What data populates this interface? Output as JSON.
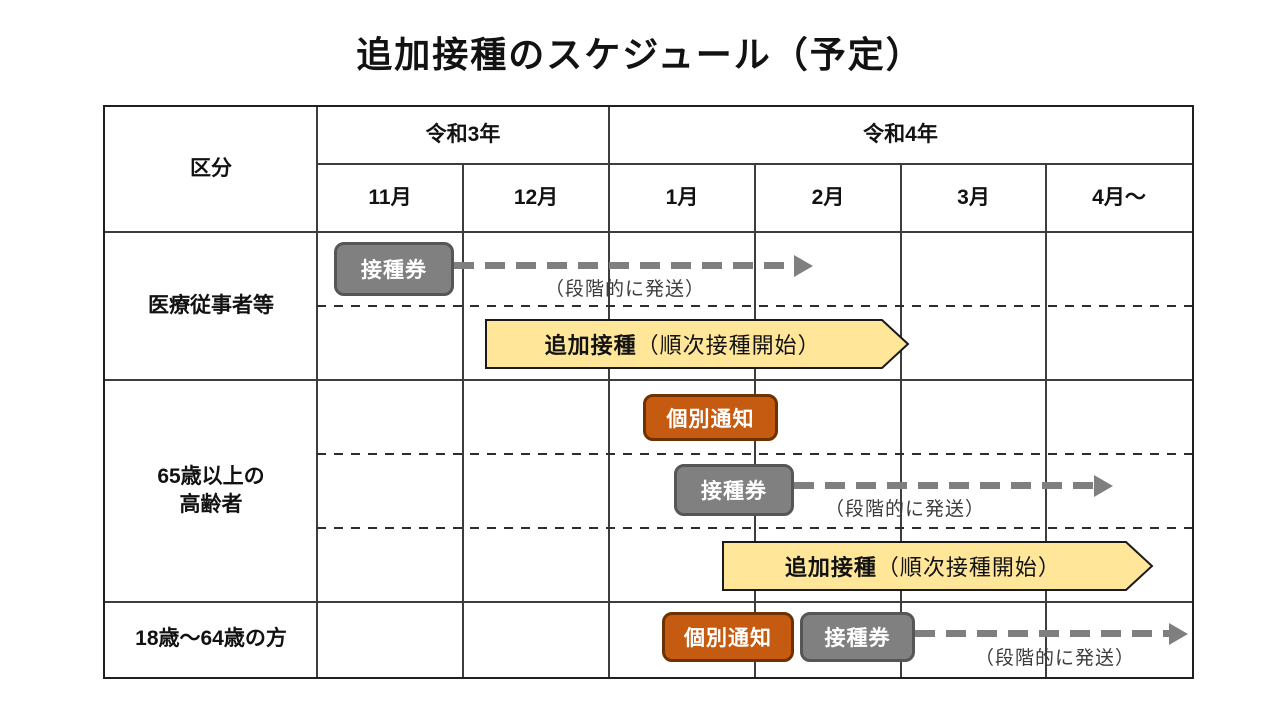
{
  "title": "追加接種のスケジュール（予定）",
  "header": {
    "category": "区分",
    "era_left": "令和3年",
    "era_right": "令和4年",
    "months": [
      "11月",
      "12月",
      "1月",
      "2月",
      "3月",
      "4月～"
    ]
  },
  "rows": [
    {
      "label": "医療従事者等"
    },
    {
      "label_line1": "65歳以上の",
      "label_line2": "高齢者"
    },
    {
      "label": "18歳～64歳の方"
    }
  ],
  "labels": {
    "ticket": "接種券",
    "notice": "個別通知",
    "dispatch_note": "（段階的に発送）",
    "booster_bold": "追加接種",
    "booster_note": "（順次接種開始）"
  },
  "icons": {
    "dashed_arrow": "dispatch-timeline-arrow",
    "banner_arrow": "booster-period-arrow"
  },
  "colors": {
    "badge_gray": "#808080",
    "badge_gray_border": "#565656",
    "badge_orange": "#C55A11",
    "badge_orange_border": "#6e3200",
    "banner_yellow": "#FFE699",
    "banner_border": "#1a1a1a",
    "arrow_gray": "#7f7f7f",
    "grid_line": "#3d3d3d"
  }
}
